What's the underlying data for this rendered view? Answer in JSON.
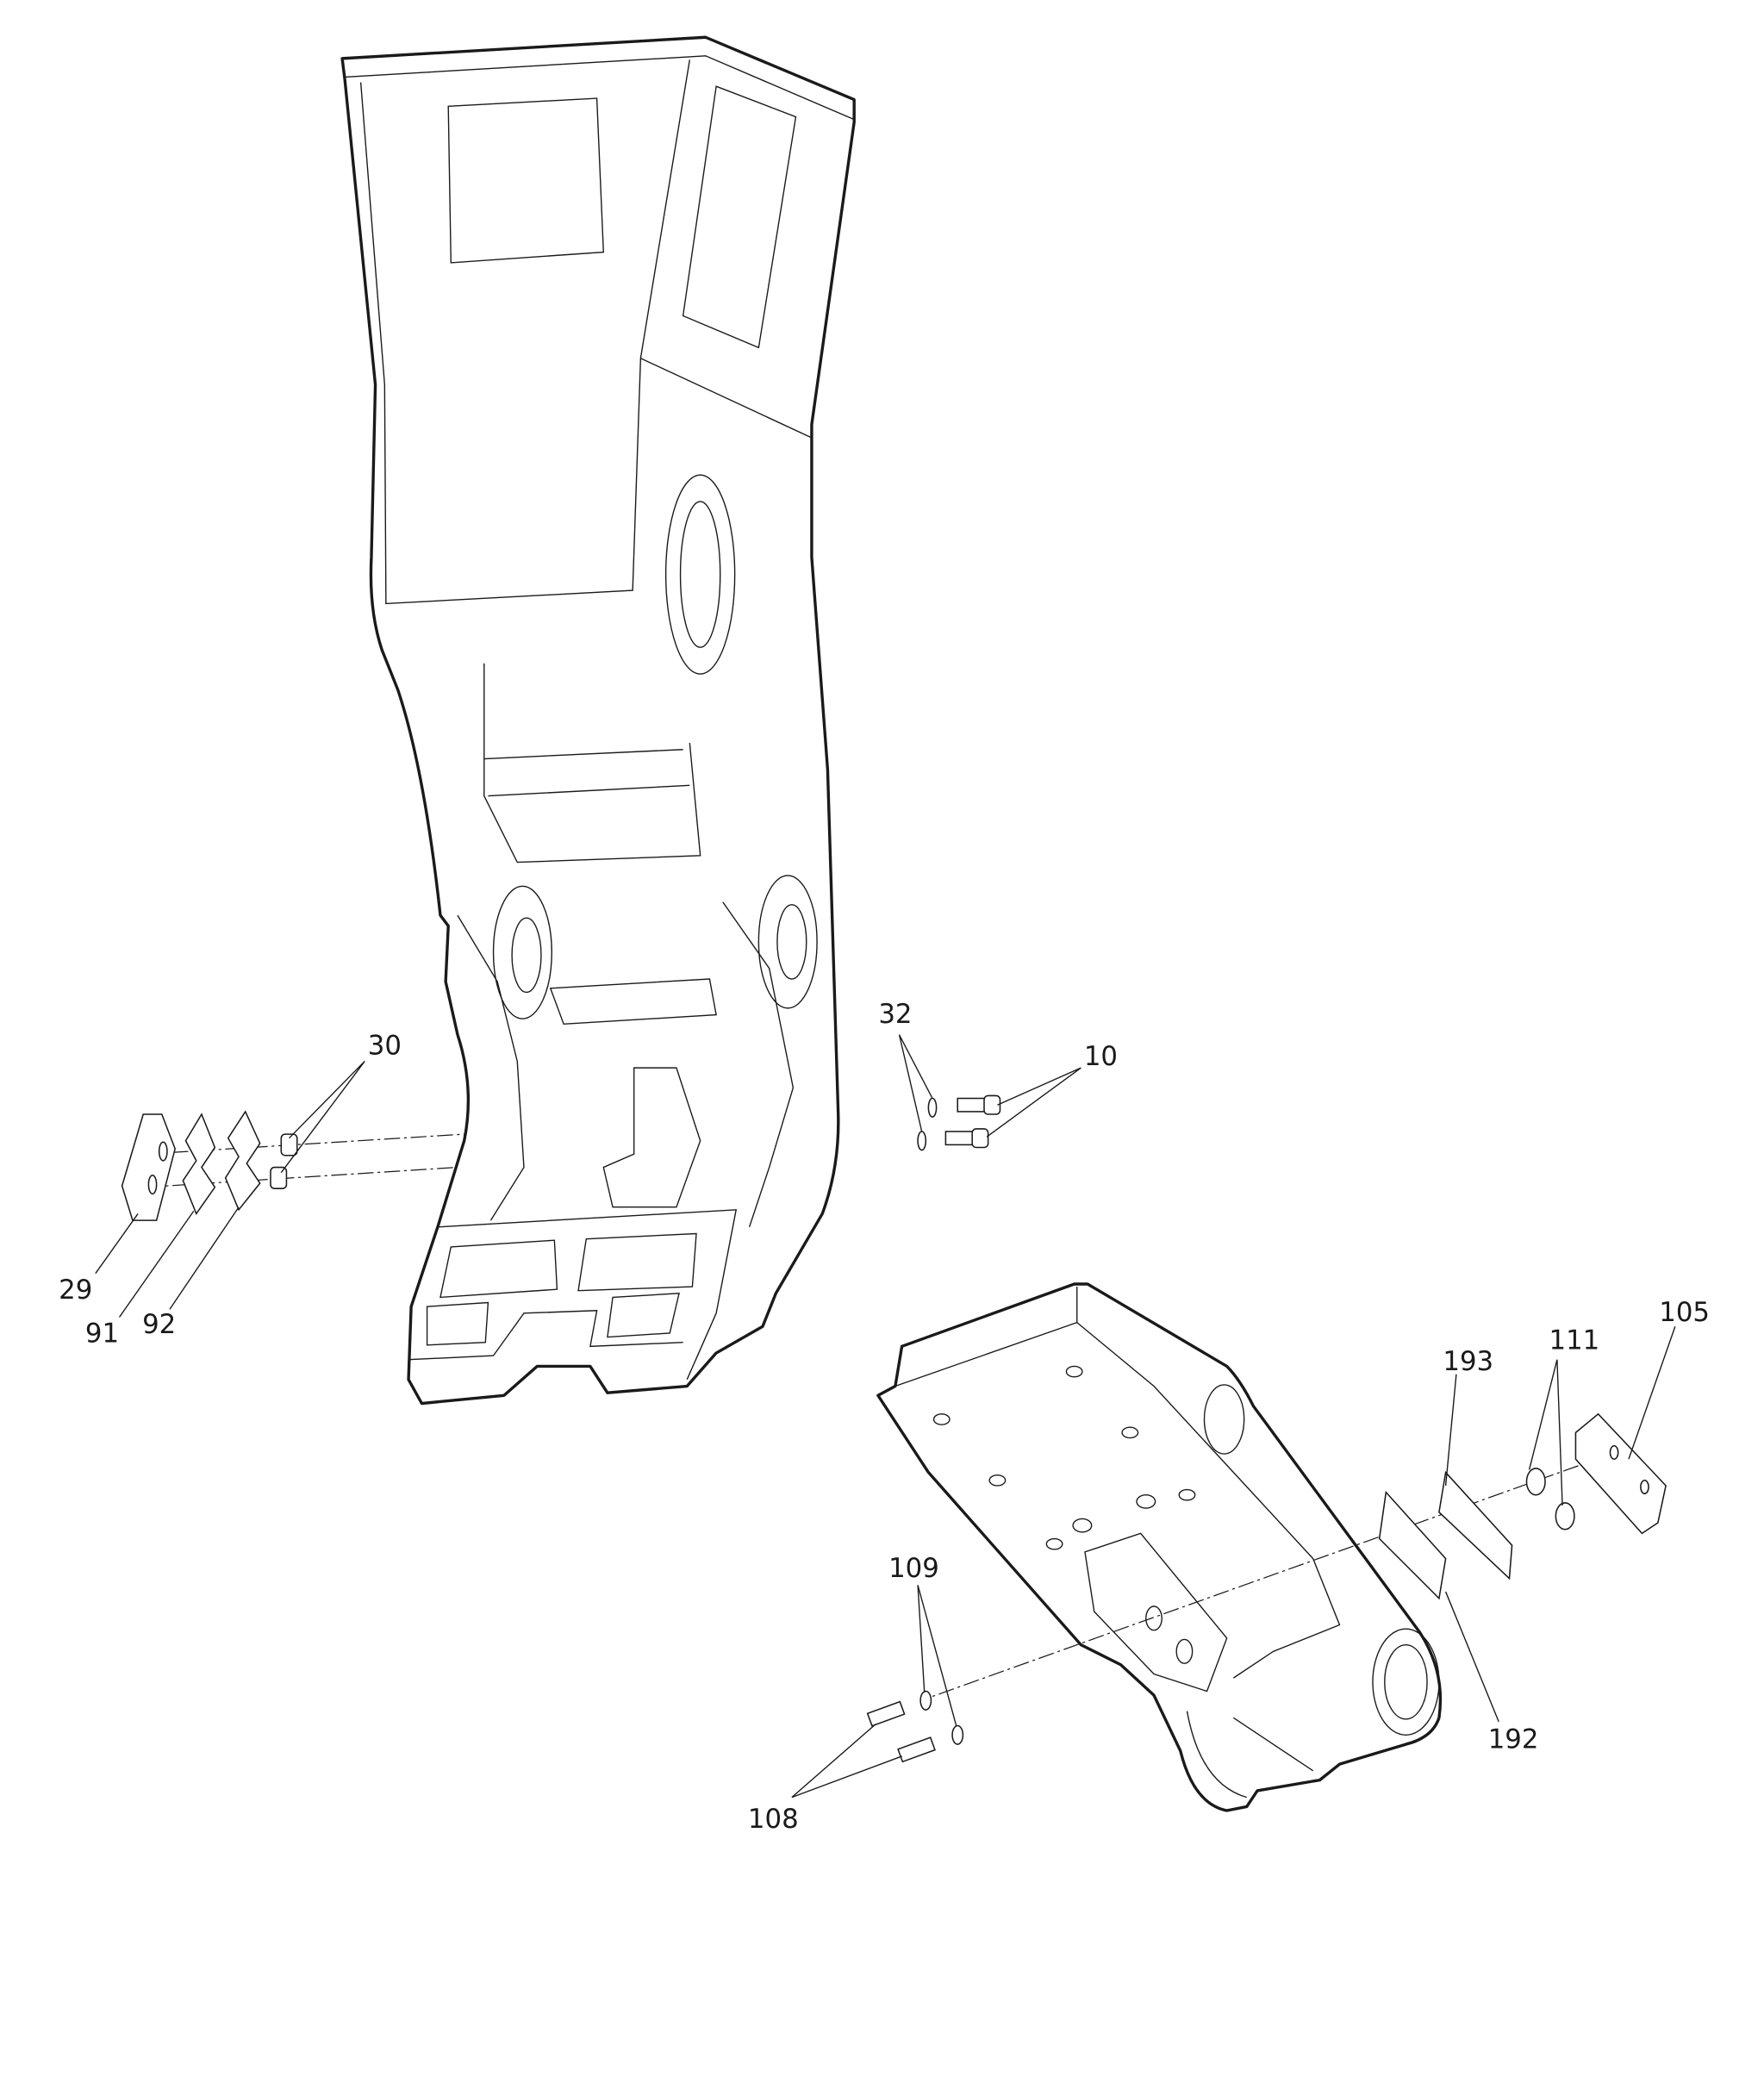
{
  "callouts": {
    "c30": "30",
    "c29": "29",
    "c91": "91",
    "c92": "92",
    "c32": "32",
    "c10": "10",
    "c109": "109",
    "c108": "108",
    "c193": "193",
    "c111": "111",
    "c105": "105",
    "c192": "192"
  }
}
